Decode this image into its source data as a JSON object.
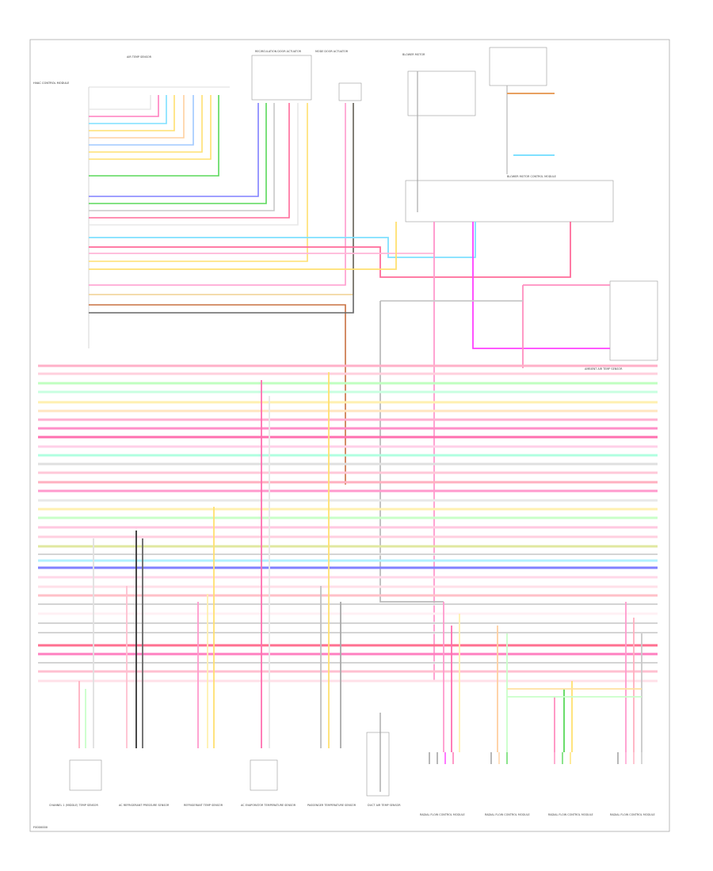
{
  "diagram": {
    "figure_code": "F0000000",
    "components": {
      "hvac_control_module": "HVAC CONTROL MODULE",
      "air_temp_sensor_ref": "AIR TEMP SENSOR",
      "recirc_door_actuator": "RECIRCULATION DOOR ACTUATOR",
      "mode_door_actuator": "MODE DOOR ACTUATOR",
      "blower_motor": "BLOWER MOTOR",
      "blower_control_module": "BLOWER MOTOR CONTROL MODULE",
      "ambient_air_sensor": "AMBIENT AIR TEMP SENSOR",
      "bottom_modules": [
        "CHANNEL 1 (MIDDLE) TEMP SENSOR",
        "AC REFRIGERANT PRESSURE SENSOR",
        "REFRIGERANT TEMP SENSOR",
        "AC EVAPORATOR TEMPERATURE SENSOR",
        "PASSENGER TEMPERATURE SENSOR",
        "DUCT AIR TEMP SENSOR",
        "RADIAL FLOW CONTROL MODULE",
        "RADIAL FLOW CONTROL MODULE",
        "RADIAL FLOW CONTROL MODULE",
        "RADIAL FLOW CONTROL MODULE"
      ]
    }
  }
}
